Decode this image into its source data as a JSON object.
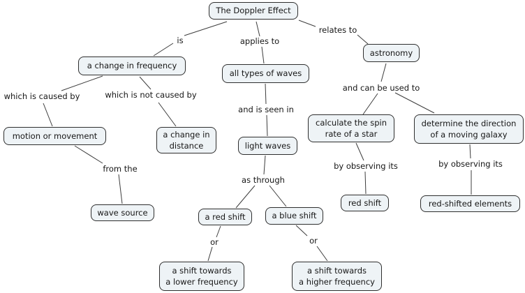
{
  "title": "The Doppler Effect concept map",
  "colors": {
    "background": "#ffffff",
    "node_fill": "#eef3f6",
    "node_border": "#2e2e2e",
    "line": "#3c3c3c",
    "text": "#161616"
  },
  "map": {
    "nodes": [
      {
        "id": "doppler-effect",
        "label": "The Doppler Effect"
      },
      {
        "id": "change-in-frequency",
        "label": "a change in frequency"
      },
      {
        "id": "all-types-of-waves",
        "label": "all types of waves"
      },
      {
        "id": "astronomy",
        "label": "astronomy"
      },
      {
        "id": "motion-or-movement",
        "label": "motion or movement"
      },
      {
        "id": "change-in-distance",
        "label": "a change in\ndistance"
      },
      {
        "id": "light-waves",
        "label": "light waves"
      },
      {
        "id": "calculate-spin-rate",
        "label": "calculate the spin\nrate of a star"
      },
      {
        "id": "determine-direction",
        "label": "determine the direction\nof a moving galaxy"
      },
      {
        "id": "wave-source",
        "label": "wave source"
      },
      {
        "id": "a-red-shift",
        "label": "a red shift"
      },
      {
        "id": "a-blue-shift",
        "label": "a blue shift"
      },
      {
        "id": "shift-lower-freq",
        "label": "a shift towards\na lower frequency"
      },
      {
        "id": "shift-higher-freq",
        "label": "a shift towards\na higher frequency"
      },
      {
        "id": "red-shift",
        "label": "red shift"
      },
      {
        "id": "red-shifted-elements",
        "label": "red-shifted elements"
      }
    ],
    "link_labels": [
      {
        "id": "is",
        "text": "is"
      },
      {
        "id": "applies-to",
        "text": "applies to"
      },
      {
        "id": "relates-to",
        "text": "relates to"
      },
      {
        "id": "which-is-caused-by",
        "text": "which is caused by"
      },
      {
        "id": "which-is-not-caused-by",
        "text": "which is not caused by"
      },
      {
        "id": "and-is-seen-in",
        "text": "and is seen in"
      },
      {
        "id": "and-can-be-used-to",
        "text": "and can be used to"
      },
      {
        "id": "from-the",
        "text": "from the"
      },
      {
        "id": "as-through",
        "text": "as through"
      },
      {
        "id": "by-observing-its-1",
        "text": "by observing its"
      },
      {
        "id": "by-observing-its-2",
        "text": "by observing its"
      },
      {
        "id": "or-1",
        "text": "or"
      },
      {
        "id": "or-2",
        "text": "or"
      }
    ],
    "propositions": [
      {
        "from": "doppler-effect",
        "label": "is",
        "to": "change-in-frequency"
      },
      {
        "from": "doppler-effect",
        "label": "applies to",
        "to": "all-types-of-waves"
      },
      {
        "from": "doppler-effect",
        "label": "relates to",
        "to": "astronomy"
      },
      {
        "from": "change-in-frequency",
        "label": "which is caused by",
        "to": "motion-or-movement"
      },
      {
        "from": "change-in-frequency",
        "label": "which is not caused by",
        "to": "change-in-distance"
      },
      {
        "from": "all-types-of-waves",
        "label": "and is seen in",
        "to": "light-waves"
      },
      {
        "from": "astronomy",
        "label": "and can be used to",
        "to": "calculate-spin-rate"
      },
      {
        "from": "astronomy",
        "label": "and can be used to",
        "to": "determine-direction"
      },
      {
        "from": "motion-or-movement",
        "label": "from the",
        "to": "wave-source"
      },
      {
        "from": "light-waves",
        "label": "as through",
        "to": "a-red-shift"
      },
      {
        "from": "light-waves",
        "label": "as through",
        "to": "a-blue-shift"
      },
      {
        "from": "a-red-shift",
        "label": "or",
        "to": "shift-lower-freq"
      },
      {
        "from": "a-blue-shift",
        "label": "or",
        "to": "shift-higher-freq"
      },
      {
        "from": "calculate-spin-rate",
        "label": "by observing its",
        "to": "red-shift"
      },
      {
        "from": "determine-direction",
        "label": "by observing its",
        "to": "red-shifted-elements"
      }
    ]
  }
}
